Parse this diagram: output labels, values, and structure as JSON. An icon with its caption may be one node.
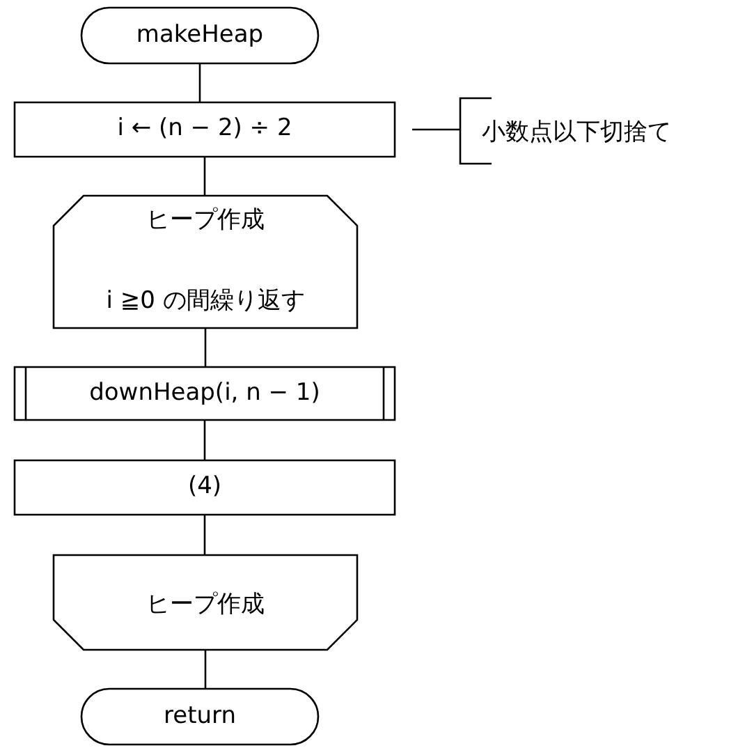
{
  "diagram": {
    "nodes": [
      {
        "text": [
          "makeHeap"
        ]
      },
      {
        "text": [
          "i ← (n − 2) ÷ 2"
        ]
      },
      {
        "text": [
          "小数点以下切捨て"
        ]
      },
      {
        "text": [
          "ヒープ作成",
          "i ≧0 の間繰り返す"
        ]
      },
      {
        "text": [
          "downHeap(i, n − 1)"
        ]
      },
      {
        "text": [
          "(4)"
        ]
      },
      {
        "text": [
          "ヒープ作成"
        ]
      },
      {
        "text": [
          "return"
        ]
      }
    ],
    "edges": [
      {
        "from": 0,
        "to": 1,
        "arrow": "none"
      },
      {
        "from": 1,
        "to": 2,
        "arrow": "none"
      },
      {
        "from": 1,
        "to": 3,
        "arrow": "none"
      },
      {
        "from": 3,
        "to": 4,
        "arrow": "none"
      },
      {
        "from": 4,
        "to": 5,
        "arrow": "none"
      },
      {
        "from": 5,
        "to": 6,
        "arrow": "none"
      },
      {
        "from": 6,
        "to": 7,
        "arrow": "none"
      }
    ]
  }
}
